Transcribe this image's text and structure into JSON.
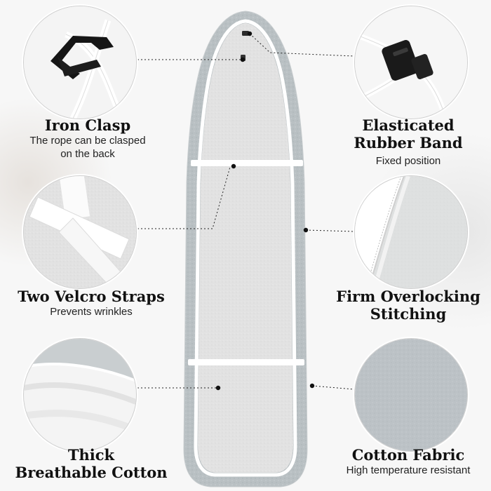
{
  "features": {
    "iron_clasp": {
      "title": "Iron Clasp",
      "subtitle_line1": "The rope can be clasped",
      "subtitle_line2": "on the back"
    },
    "elastic_band": {
      "title_line1": "Elasticated",
      "title_line2": "Rubber Band",
      "subtitle": "Fixed position"
    },
    "velcro": {
      "title": "Two Velcro Straps",
      "subtitle": "Prevents wrinkles"
    },
    "stitching": {
      "title_line1": "Firm Overlocking",
      "title_line2": "Stitching"
    },
    "thick": {
      "title_line1": "Thick",
      "title_line2": "Breathable Cotton"
    },
    "fabric": {
      "title": "Cotton Fabric",
      "subtitle": "High temperature resistant"
    }
  },
  "colors": {
    "board_silver": "#b9c0c3",
    "board_felt": "#e3e3e3",
    "trim": "#ffffff",
    "text": "#111111"
  },
  "icons": [
    "clasp-icon",
    "toggle-stopper-icon",
    "velcro-strap-icon",
    "stitching-icon",
    "felt-pad-icon",
    "fabric-swatch-icon"
  ]
}
